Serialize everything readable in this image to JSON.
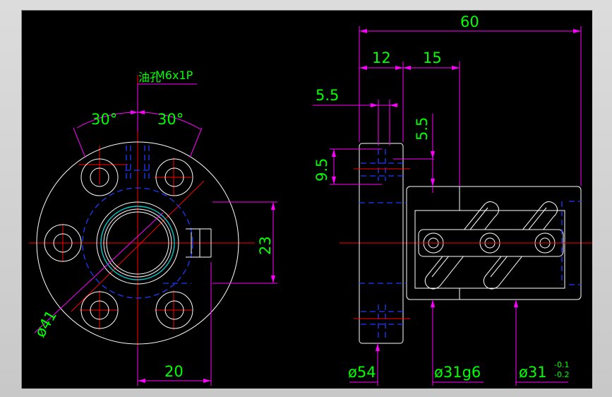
{
  "drawing": {
    "oil_hole_label": "油孔",
    "thread_label": "M6x1P",
    "angle_left": "30°",
    "angle_right": "30°",
    "dia_41": "ø41",
    "dim_23": "23",
    "dim_20": "20",
    "dim_60": "60",
    "dim_12": "12",
    "dim_15": "15",
    "dim_5_5_left": "5.5",
    "dim_5_5_vert": "5.5",
    "dim_9_5": "9.5",
    "dia_54": "ø54",
    "dia_31g6": "ø31g6",
    "dia_31": "ø31",
    "tol_upper": "-0.1",
    "tol_lower": "-0.2"
  },
  "colors": {
    "background": "#000000",
    "outline": "#ffffff",
    "dimension": "#ff00ff",
    "text": "#00ff00",
    "center": "#ff0000",
    "hidden": "#0000ff"
  }
}
